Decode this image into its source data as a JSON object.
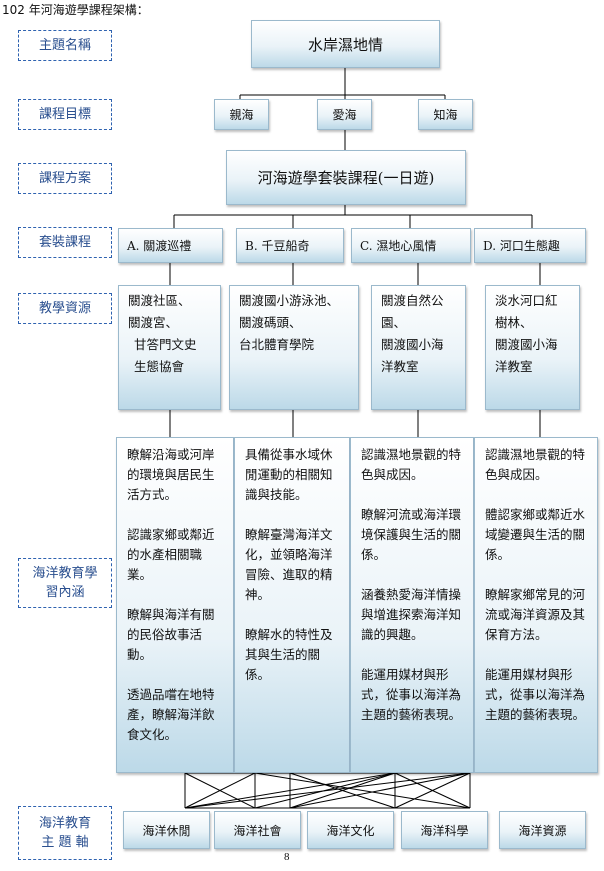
{
  "header": "102 年河海遊學課程架構：",
  "row_labels": {
    "theme": "主題名稱",
    "goals": "課程目標",
    "plan": "課程方案",
    "package": "套裝課程",
    "resources": "教學資源",
    "learning": "海洋教育學習內涵",
    "axis": "海洋教育主 題 軸"
  },
  "theme": "水岸濕地情",
  "goals": [
    "親海",
    "愛海",
    "知海"
  ],
  "plan": "河海遊學套裝課程(一日遊)",
  "packages": [
    {
      "title": "A. 關渡巡禮",
      "resources": [
        "關渡社區、",
        "關渡宮、",
        "甘答門文史",
        "生態協會"
      ],
      "learning": [
        "瞭解沿海或河岸的環境與居民生活方式。",
        "認識家鄉或鄰近的水產相關職業。",
        "瞭解與海洋有關的民俗故事活動。",
        "透過品嚐在地特產，瞭解海洋飲食文化。"
      ]
    },
    {
      "title": "B. 千豆船奇",
      "resources": [
        "關渡國小游泳池、",
        "關渡碼頭、",
        "台北體育學院"
      ],
      "learning": [
        "具備從事水域休閒運動的相關知識與技能。",
        "瞭解臺灣海洋文化，並領略海洋冒險、進取的精神。",
        "瞭解水的特性及其與生活的關係。"
      ]
    },
    {
      "title": "C. 濕地心風情",
      "resources": [
        "關渡自然公",
        "園、",
        "關渡國小海",
        "洋教室"
      ],
      "learning": [
        "認識濕地景觀的特色與成因。",
        "瞭解河流或海洋環境保護與生活的關係。",
        "涵養熱愛海洋情操與增進探索海洋知識的興趣。",
        "能運用媒材與形式，從事以海洋為主題的藝術表現。"
      ]
    },
    {
      "title": "D. 河口生態趣",
      "resources": [
        "淡水河口紅",
        "樹林、",
        "關渡國小海",
        "洋教室"
      ],
      "learning": [
        "認識濕地景觀的特色與成因。",
        "體認家鄉或鄰近水域變遷與生活的關係。",
        "瞭解家鄉常見的河流或海洋資源及其保育方法。",
        "能運用媒材與形式，從事以海洋為主題的藝術表現。"
      ]
    }
  ],
  "axes": [
    "海洋休閒",
    "海洋社會",
    "海洋文化",
    "海洋科學",
    "海洋資源"
  ],
  "page_number": "8"
}
